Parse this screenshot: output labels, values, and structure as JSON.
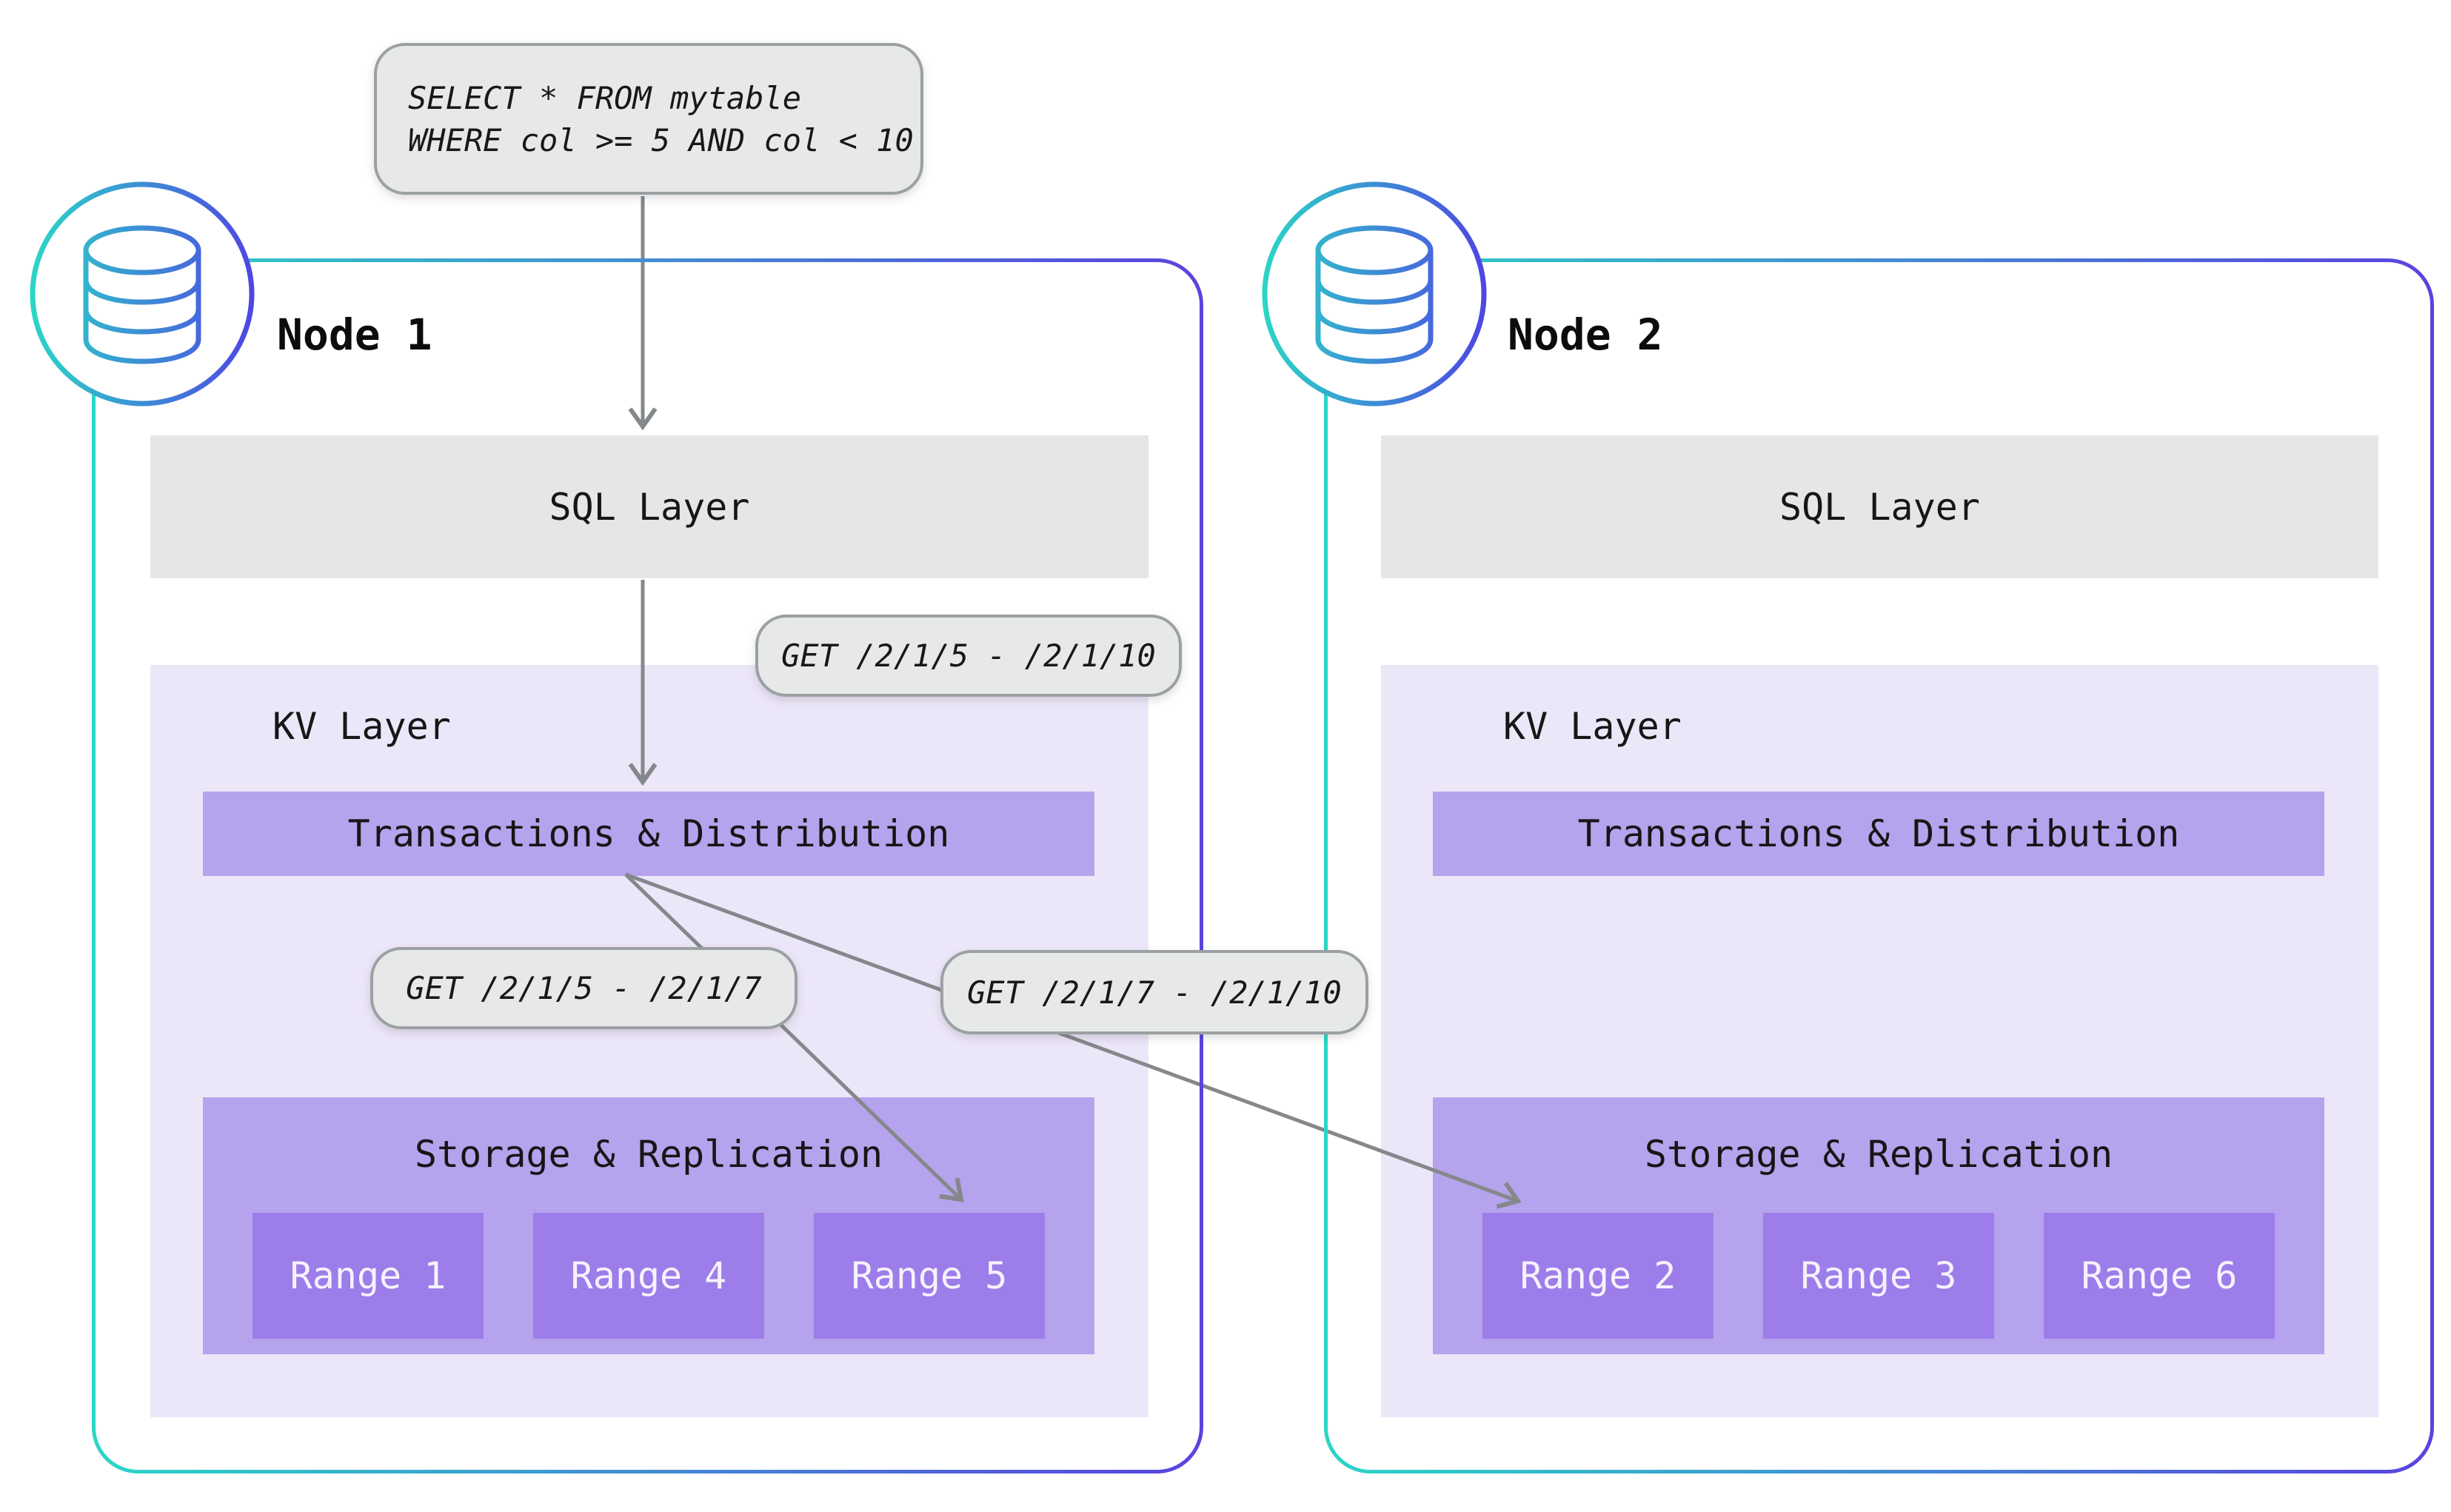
{
  "query_callout": {
    "line1": "SELECT * FROM mytable",
    "line2": "WHERE col >= 5 AND col < 10"
  },
  "get_callouts": {
    "full_range": "GET /2/1/5 - /2/1/10",
    "left_split": "GET /2/1/5 - /2/1/7",
    "right_split": "GET /2/1/7 - /2/1/10"
  },
  "nodes": [
    {
      "title": "Node 1",
      "icon": "database-icon",
      "sql_layer": "SQL Layer",
      "kv_layer": "KV Layer",
      "transactions": "Transactions & Distribution",
      "storage": "Storage & Replication",
      "ranges": [
        "Range 1",
        "Range 4",
        "Range 5"
      ]
    },
    {
      "title": "Node 2",
      "icon": "database-icon",
      "sql_layer": "SQL Layer",
      "kv_layer": "KV Layer",
      "transactions": "Transactions & Distribution",
      "storage": "Storage & Replication",
      "ranges": [
        "Range 2",
        "Range 3",
        "Range 6"
      ]
    }
  ],
  "colors": {
    "node_border_gradient_start": "#2BD6C6",
    "node_border_gradient_end": "#5A43DF",
    "callout_bg": "#E7E9E8",
    "callout_border": "#9BA0A3",
    "sql_bar_bg": "#E5E7E6",
    "kv_panel_bg": "#ECE6F9",
    "inner_bar_bg": "#B5A3ED",
    "range_box_bg": "#9D7DE9",
    "range_text": "#F6F2FC",
    "arrow": "#85888B",
    "text": "#161616"
  }
}
